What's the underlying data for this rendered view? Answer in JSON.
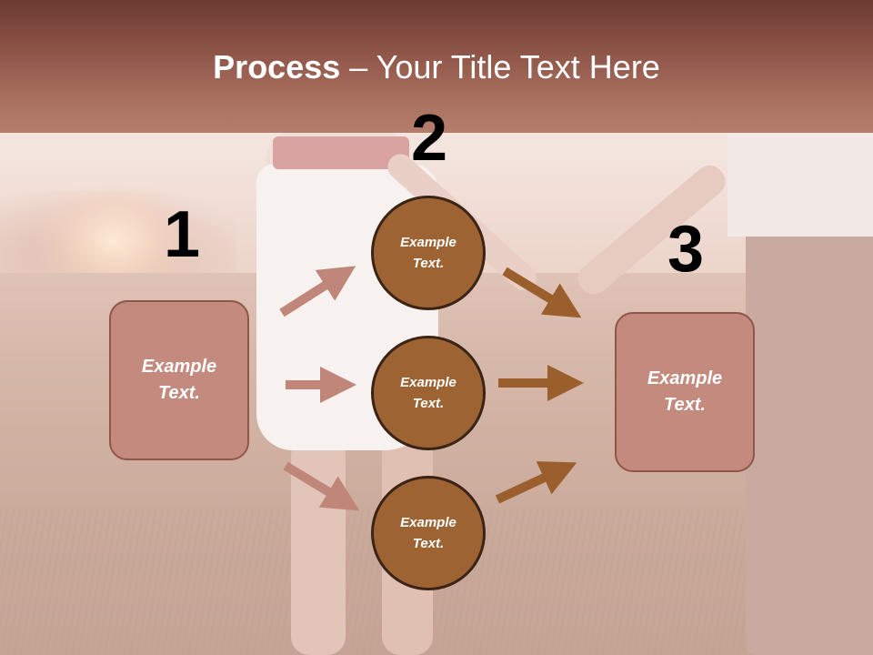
{
  "title": {
    "bold": "Process",
    "rest": " – Your Title Text Here"
  },
  "steps": [
    {
      "number": "1",
      "text": "Example\nText."
    },
    {
      "number": "2",
      "items": [
        "Example\nText.",
        "Example\nText.",
        "Example\nText."
      ]
    },
    {
      "number": "3",
      "text": "Example\nText."
    }
  ],
  "colors": {
    "title_bar": "#8f5549",
    "box_fill": "#c48a7e",
    "circle_fill": "#9d6333",
    "arrow_left": "#c0867a",
    "arrow_right": "#9b5f2e"
  }
}
